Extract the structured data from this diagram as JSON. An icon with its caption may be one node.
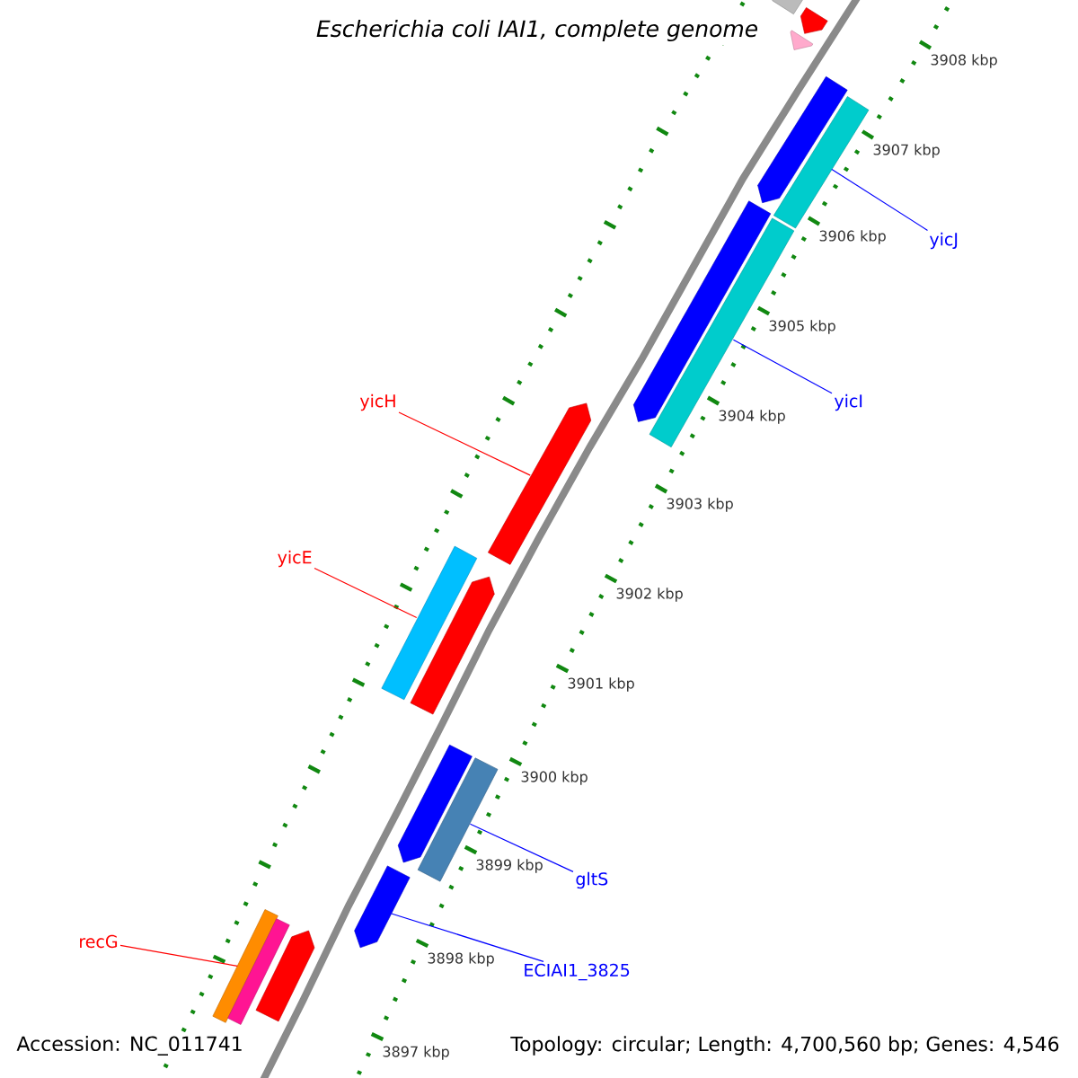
{
  "diagram": {
    "title": "Escherichia coli IAI1, complete genome",
    "nodes": [
      {
        "text": [],
        "shape": "bar"
      },
      {
        "text": [],
        "shape": "bar"
      },
      {
        "text": [],
        "shape": "bar"
      },
      {
        "text": [],
        "shape": "bar"
      },
      {
        "text": [],
        "shape": "bar"
      },
      {
        "text": [
          "yicJ"
        ]
      },
      {
        "text": [],
        "shape": "bar"
      },
      {
        "text": [],
        "shape": "bar"
      },
      {
        "text": [
          "yicI"
        ]
      },
      {
        "text": [
          "yicH"
        ]
      },
      {
        "text": [],
        "shape": "bar"
      },
      {
        "text": [],
        "shape": "bar"
      },
      {
        "text": [
          "yicE"
        ]
      },
      {
        "text": [],
        "shape": "bar"
      },
      {
        "text": [],
        "shape": "bar"
      },
      {
        "text": [],
        "shape": "bar"
      },
      {
        "text": [
          "gltS"
        ]
      },
      {
        "text": [],
        "shape": "bar"
      },
      {
        "text": [],
        "shape": "bar"
      },
      {
        "text": [],
        "shape": "bar"
      },
      {
        "text": [],
        "shape": "bar"
      },
      {
        "text": [
          "recG"
        ]
      },
      {
        "text": [
          "ECIAI1_3825"
        ]
      }
    ],
    "edges": [
      {
        "from": 5,
        "to": 4,
        "arrow": "none",
        "color": "#0000ff"
      },
      {
        "from": 8,
        "to": 7,
        "arrow": "none",
        "color": "#0000ff"
      },
      {
        "from": 9,
        "to": 10,
        "arrow": "none",
        "color": "#ff0000"
      },
      {
        "from": 12,
        "to": 11,
        "arrow": "none",
        "color": "#ff0000"
      },
      {
        "from": 16,
        "to": 15,
        "arrow": "none",
        "color": "#0000ff"
      },
      {
        "from": 21,
        "to": 18,
        "arrow": "none",
        "color": "#ff0000"
      },
      {
        "from": 22,
        "to": 17,
        "arrow": "none",
        "color": "#0000ff"
      }
    ],
    "labels": [
      "3908 kbp",
      "3907 kbp",
      "3906 kbp",
      "3905 kbp",
      "3904 kbp",
      "3903 kbp",
      "3902 kbp",
      "3901 kbp",
      "3900 kbp",
      "3899 kbp",
      "3898 kbp",
      "3897 kbp",
      "Accession: NC_011741",
      "Topology: circular; Length: 4,700,560 bp; Genes: 4,546"
    ]
  }
}
